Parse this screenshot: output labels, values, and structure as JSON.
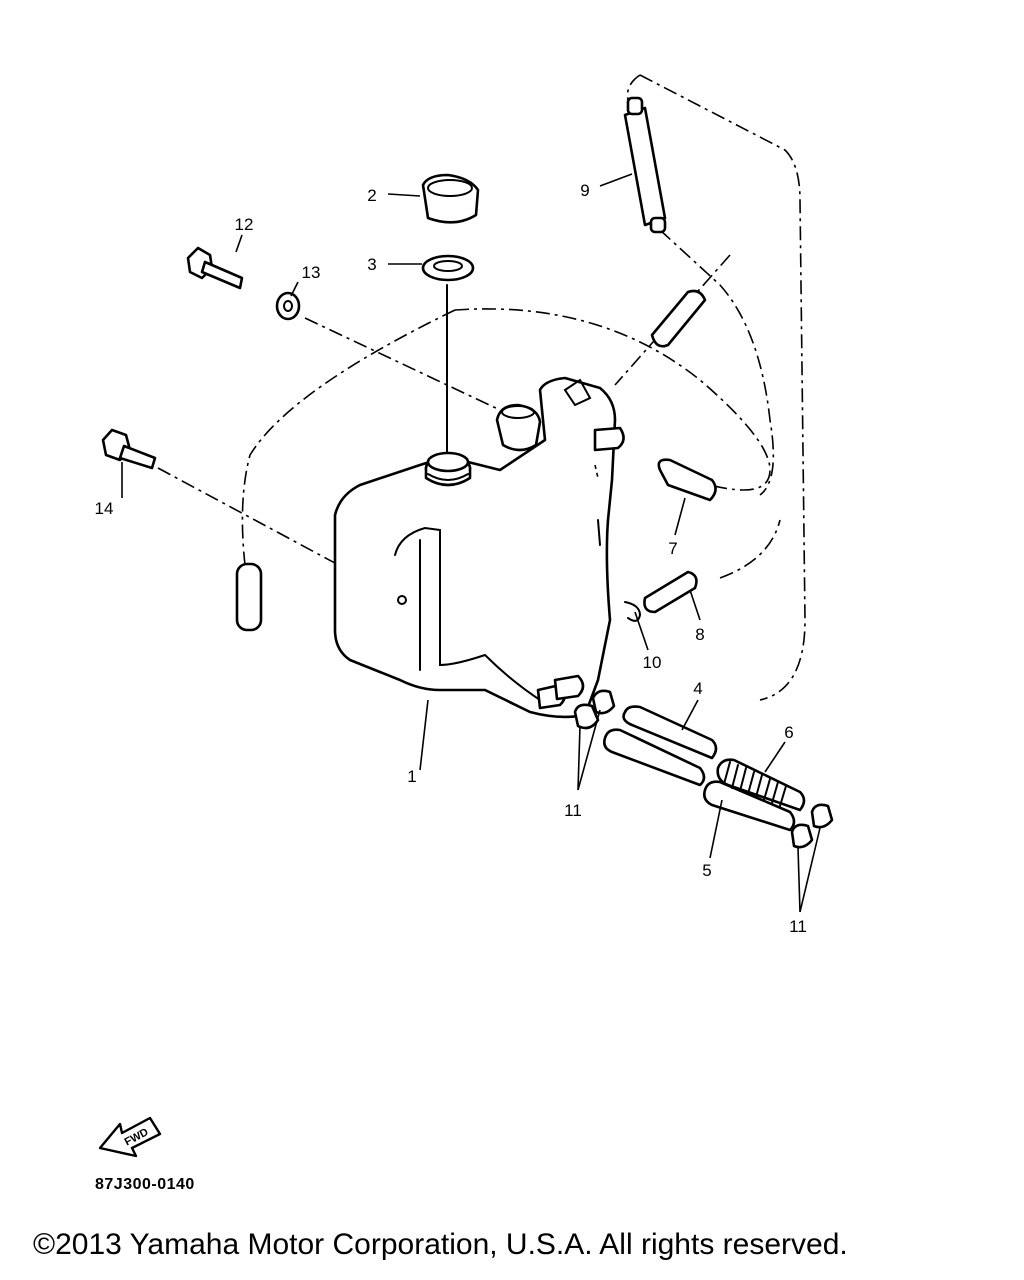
{
  "diagram": {
    "part_labels": {
      "p1": "1",
      "p2": "2",
      "p3": "3",
      "p4": "4",
      "p5": "5",
      "p6": "6",
      "p7": "7",
      "p8": "8",
      "p9": "9",
      "p10": "10",
      "p11a": "11",
      "p11b": "11",
      "p12": "12",
      "p13": "13",
      "p14": "14"
    },
    "fwd_arrow_text": "FWD",
    "catalog_code": "87J300-0140"
  },
  "footer": {
    "copyright": "©2013 Yamaha Motor Corporation, U.S.A. All rights reserved."
  }
}
